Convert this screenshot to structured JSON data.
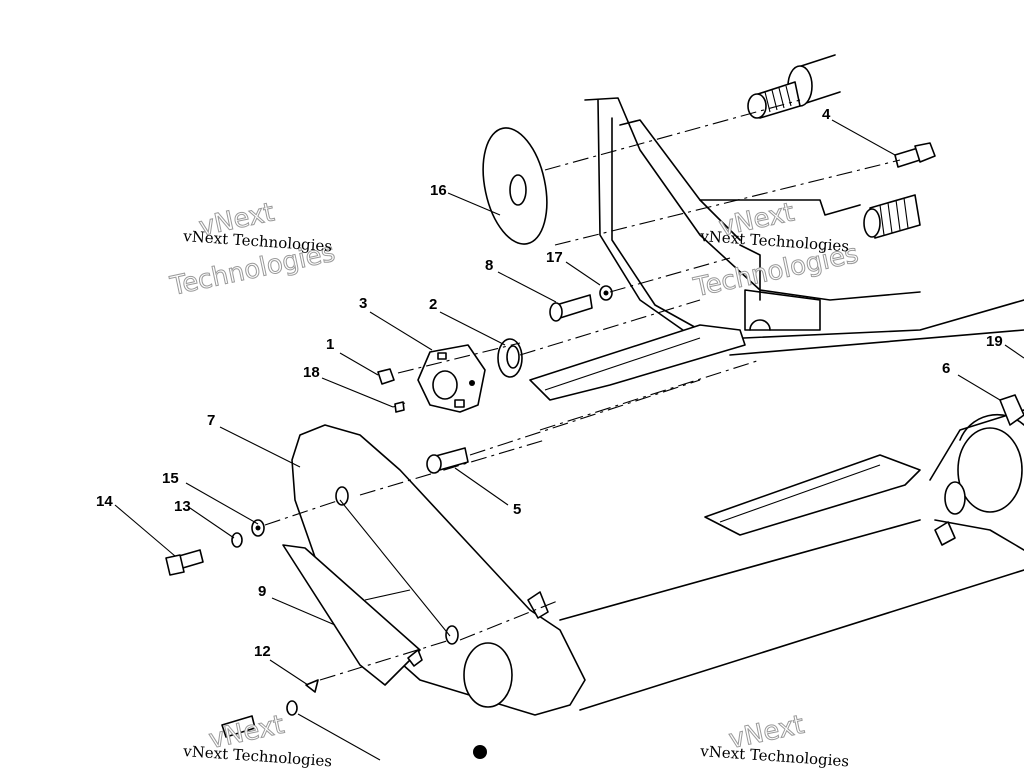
{
  "callouts": {
    "c1": "1",
    "c2": "2",
    "c3": "3",
    "c4": "4",
    "c5": "5",
    "c6": "6",
    "c7": "7",
    "c8": "8",
    "c9": "9",
    "c12": "12",
    "c13": "13",
    "c14": "14",
    "c15": "15",
    "c16": "16",
    "c17": "17",
    "c18": "18",
    "c19": "19"
  },
  "watermark": {
    "line1": "vNext",
    "line2": "vNext Technologies",
    "line3": "Technologies"
  }
}
